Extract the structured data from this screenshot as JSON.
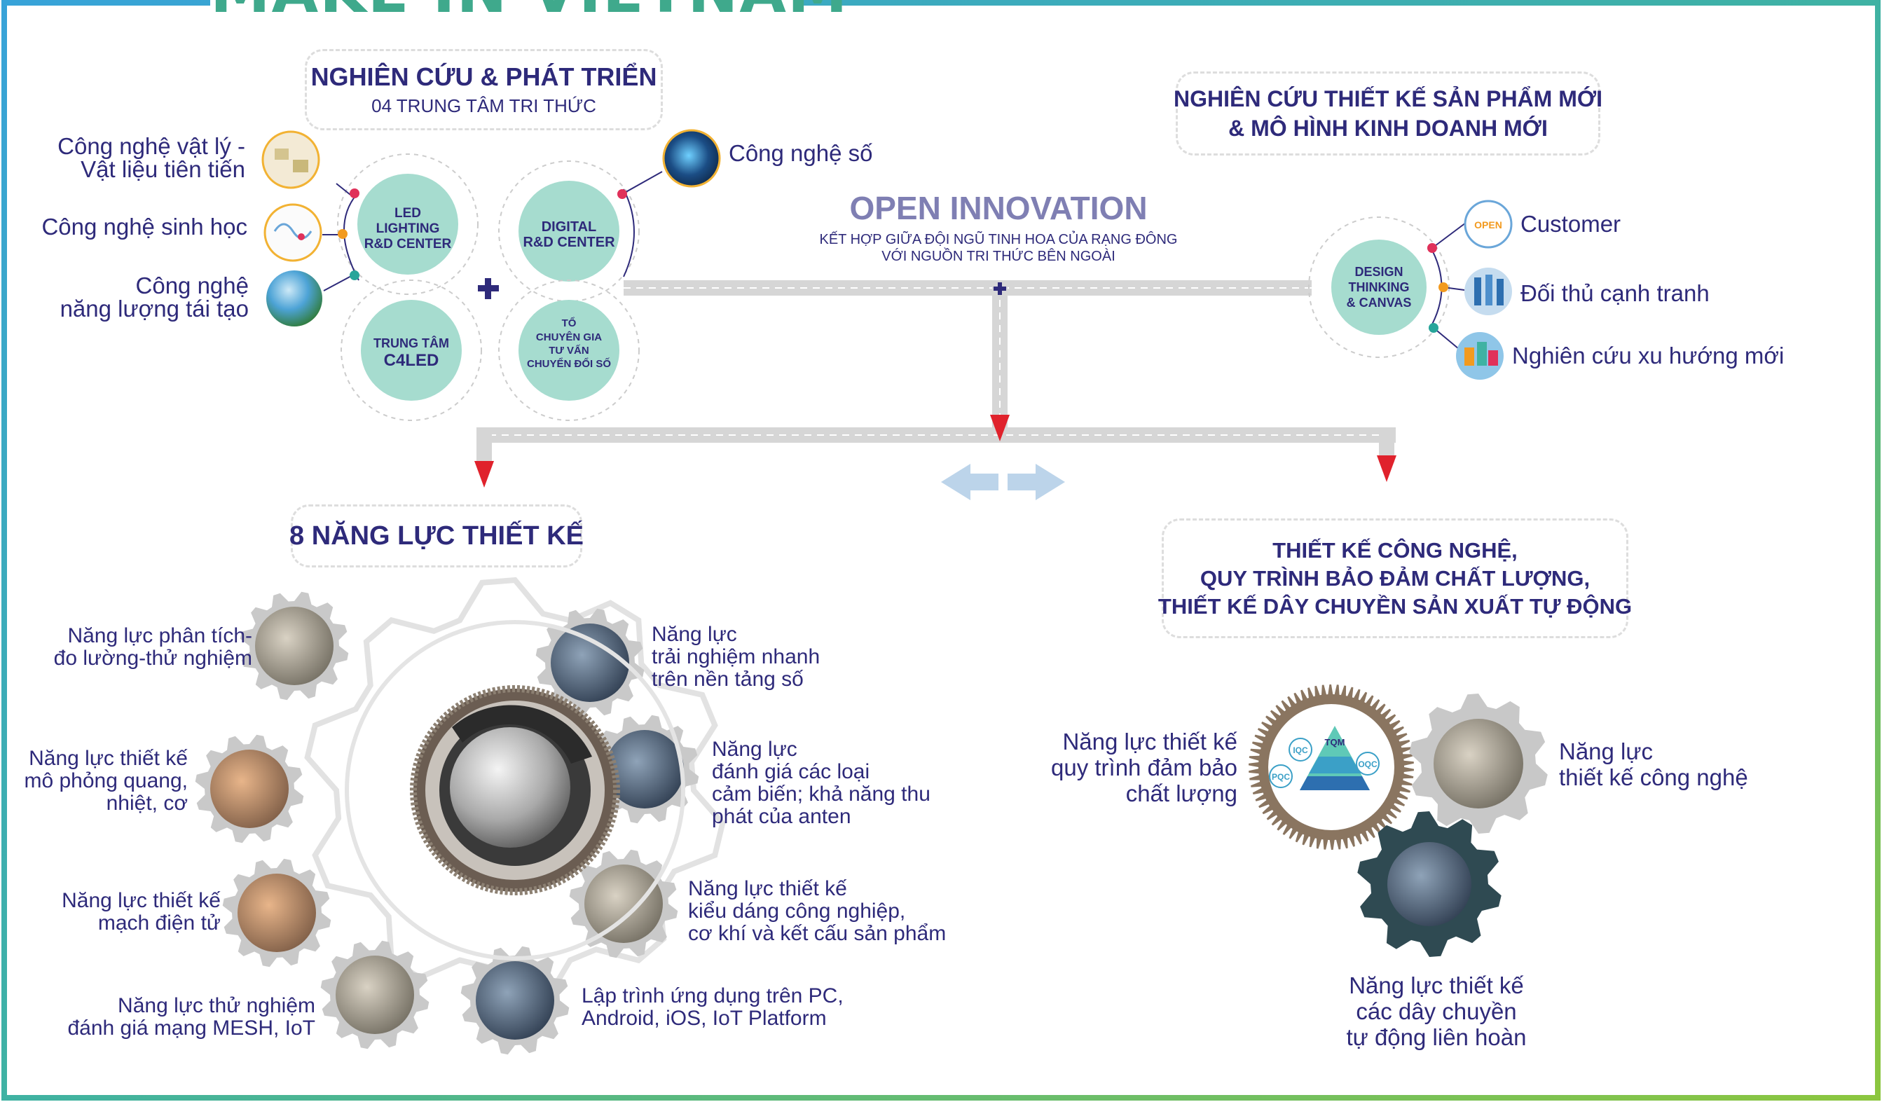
{
  "title": "MAKE IN VIETNAM",
  "rnd": {
    "title": "NGHIÊN CỨU & PHÁT TRIỂN",
    "subtitle": "04 TRUNG TÂM TRI THỨC",
    "centers": {
      "led": [
        "LED",
        "LIGHTING",
        "R&D CENTER"
      ],
      "digital": [
        "DIGITAL",
        "R&D CENTER"
      ],
      "c4led": [
        "TRUNG TÂM",
        "C4LED"
      ],
      "experts": [
        "TỔ",
        "CHUYÊN GIA",
        "TƯ VẤN",
        "CHUYỂN ĐỔI SỐ"
      ]
    },
    "techs": {
      "physics": [
        "Công nghệ vật lý -",
        "Vật liệu tiên tiến"
      ],
      "bio": "Công nghệ sinh học",
      "energy": [
        "Công nghệ",
        "năng lượng tái tạo"
      ],
      "digital": "Công nghệ số"
    }
  },
  "open_innovation": {
    "title": "OPEN INNOVATION",
    "subtitle": [
      "KẾT HỢP GIỮA ĐỘI NGŨ TINH HOA CỦA RẠNG ĐÔNG",
      "VỚI NGUỒN TRI THỨC BÊN NGOÀI"
    ]
  },
  "new_products": {
    "title": [
      "NGHIÊN CỨU THIẾT KẾ SẢN PHẨM MỚI",
      "& MÔ HÌNH KINH DOANH MỚI"
    ],
    "hub": [
      "DESIGN",
      "THINKING",
      "& CANVAS"
    ],
    "items": [
      "Customer",
      "Đối thủ cạnh tranh",
      "Nghiên cứu xu hướng mới"
    ],
    "logo_text": "OPEN"
  },
  "capabilities": {
    "title": "8 NĂNG LỰC THIẾT KẾ",
    "items": {
      "measure": [
        "Năng lực phân tích-",
        "đo lường-thử nghiệm"
      ],
      "sim": [
        "Năng lực thiết kế",
        "mô phỏng quang,",
        "nhiệt, cơ"
      ],
      "circuit": [
        "Năng lực thiết kế",
        "mạch điện tử"
      ],
      "mesh": [
        "Năng lực thử nghiệm",
        "đánh giá mạng MESH, IoT"
      ],
      "ux": [
        "Năng lực",
        "trải nghiệm nhanh",
        "trên nền tảng số"
      ],
      "sensor": [
        "Năng lực",
        "đánh giá các loại",
        "cảm biến; khả năng thu",
        "phát của anten"
      ],
      "industrial": [
        "Năng lực thiết kế",
        "kiểu dáng công nghiệp,",
        "cơ khí và kết cấu sản phẩm"
      ],
      "software": [
        "Lập trình ứng dụng trên PC,",
        "Android, iOS, IoT Platform"
      ]
    }
  },
  "tech_design": {
    "title": [
      "THIẾT KẾ CÔNG NGHỆ,",
      "QUY TRÌNH BẢO ĐẢM CHẤT LƯỢNG,",
      "THIẾT KẾ DÂY CHUYỀN SẢN XUẤT TỰ ĐỘNG"
    ],
    "items": {
      "quality": [
        "Năng lực thiết kế",
        "quy trình đảm bảo",
        "chất lượng"
      ],
      "tech": [
        "Năng lực",
        "thiết kế công nghệ"
      ],
      "auto": [
        "Năng lực thiết kế",
        "các dây chuyền",
        "tự động liên hoàn"
      ]
    },
    "pyramid_labels": [
      "TQM",
      "IQC",
      "PQC",
      "OQC"
    ]
  },
  "colors": {
    "navy": "#2e2a7a",
    "teal_title": "#3fa98c",
    "hub_fill": "#a6dccf",
    "arrow_red": "#e0222c",
    "road_gray": "#d6d6d6",
    "arrow_light": "#bcd4ea",
    "dot_pink": "#e0315a",
    "dot_orange": "#f29a1f",
    "dot_teal": "#27a59a"
  }
}
